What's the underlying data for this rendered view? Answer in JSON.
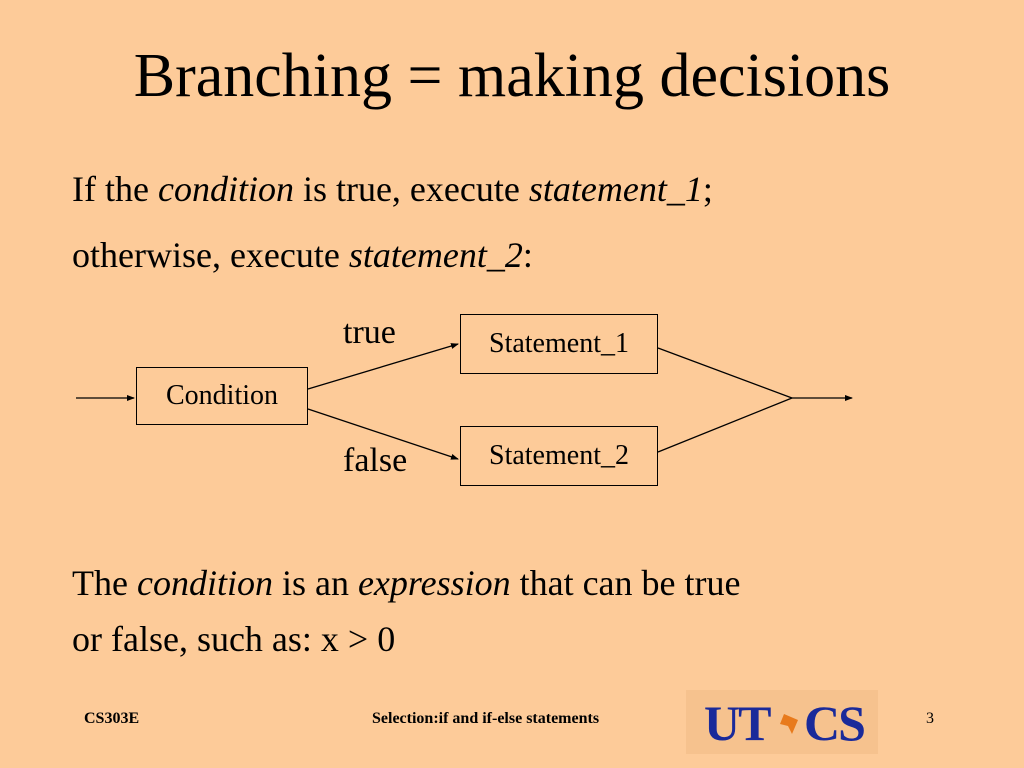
{
  "slide": {
    "title": "Branching = making decisions",
    "line1": {
      "p1": "If the ",
      "p2": "condition",
      "p3": " is true, execute ",
      "p4": "statement_1",
      "p5": ";"
    },
    "line2": {
      "p1": "otherwise, execute ",
      "p2": "statement_2",
      "p3": ":"
    },
    "line3": {
      "p1": "The ",
      "p2": "condition",
      "p3": " is an ",
      "p4": "expression",
      "p5": " that can be true"
    },
    "line4": "or false, such as:  x > 0"
  },
  "diagram": {
    "condition": "Condition",
    "statement1": "Statement_1",
    "statement2": "Statement_2",
    "true_label": "true",
    "false_label": "false"
  },
  "footer": {
    "course": "CS303E",
    "title": "Selection:if and if-else statements",
    "page": "3",
    "logo_text": "UTCS"
  },
  "colors": {
    "background": "#FDCB99",
    "logo_blue": "#1A2A9A",
    "logo_orange": "#E87A1C"
  }
}
